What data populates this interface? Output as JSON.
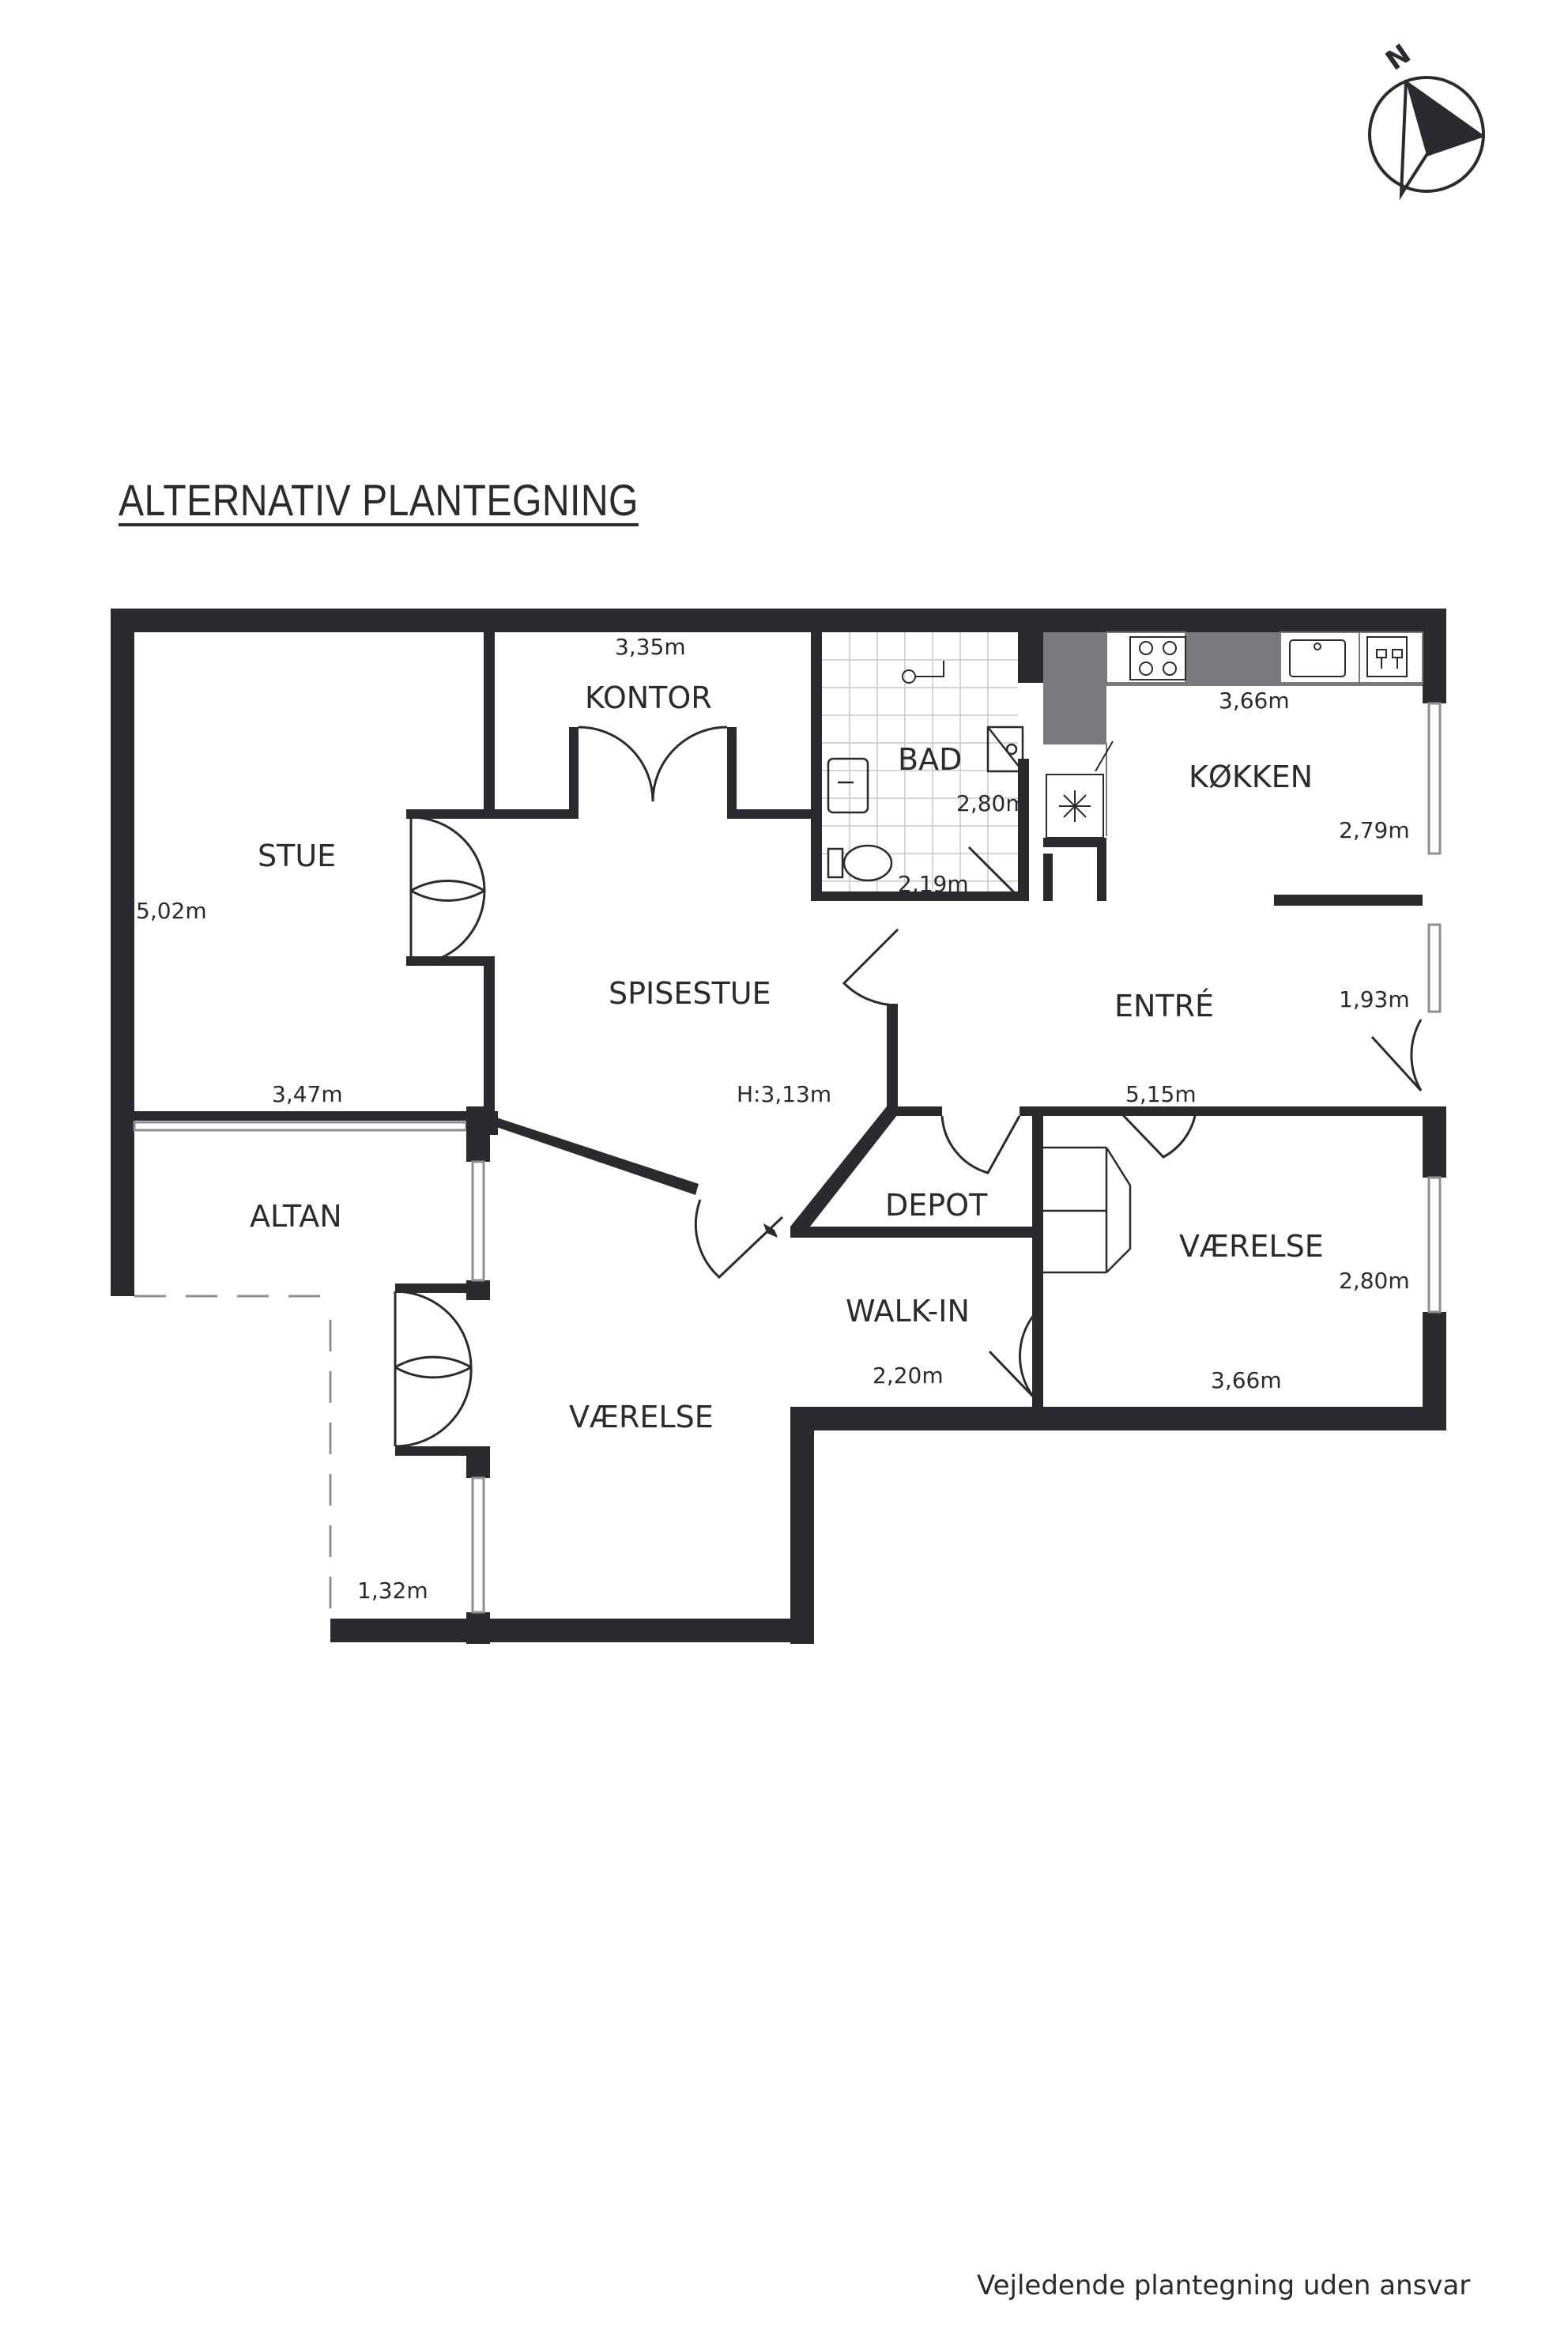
{
  "title": "ALTERNATIV PLANTEGNING",
  "disclaimer": "Vejledende plantegning uden ansvar",
  "compass": {
    "label": "N"
  },
  "rooms": {
    "stue": "STUE",
    "kontor": "KONTOR",
    "bad": "BAD",
    "kokken": "KØKKEN",
    "spisestue": "SPISESTUE",
    "entre": "ENTRÉ",
    "altan": "ALTAN",
    "depot": "DEPOT",
    "vaerelse_right": "VÆRELSE",
    "walkin": "WALK-IN",
    "vaerelse_bottom": "VÆRELSE"
  },
  "dimensions": {
    "kontor_w": "3,35m",
    "stue_h": "5,02m",
    "stue_w": "3,47m",
    "bad_h": "2,80m",
    "bad_w": "2,19m",
    "kokken_w": "3,66m",
    "kokken_h": "2,79m",
    "spisestue_ceiling": "H:3,13m",
    "entre_h": "1,93m",
    "entre_w": "5,15m",
    "vaerelse_right_h": "2,80m",
    "vaerelse_right_w": "3,66m",
    "walkin_w": "2,20m",
    "altan_w": "1,32m"
  },
  "colors": {
    "wall": "#2a2a2f",
    "counter": "#7a7a7e",
    "window": "#8e8e93"
  }
}
